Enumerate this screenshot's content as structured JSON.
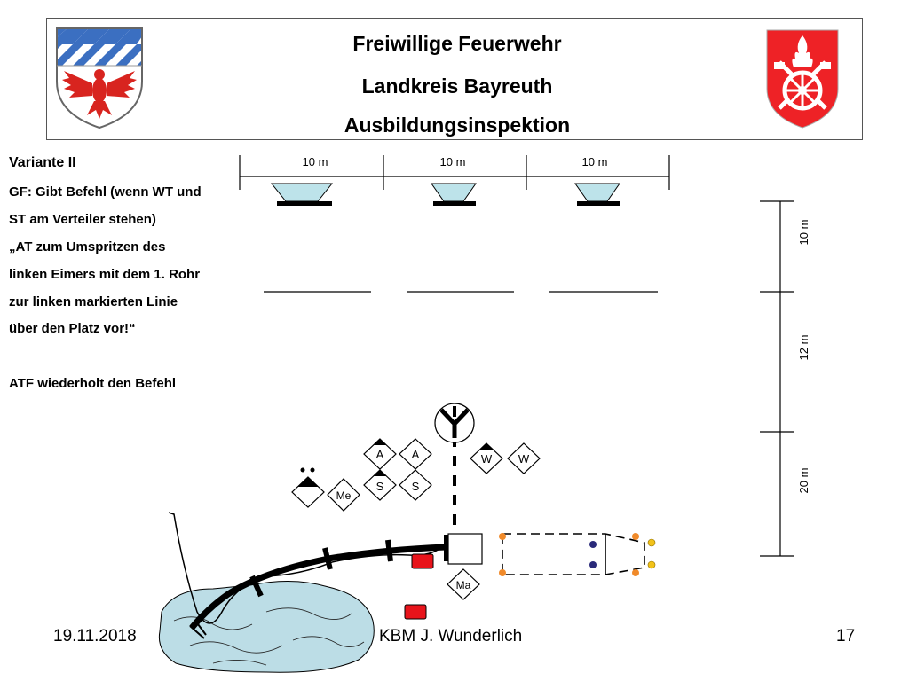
{
  "header": {
    "line1": "Freiwillige Feuerwehr",
    "line2": "Landkreis Bayreuth",
    "line3": "Ausbildungsinspektion"
  },
  "instructions": {
    "title": "Variante II",
    "lines": [
      "GF: Gibt Befehl (wenn WT und",
      "ST am Verteiler stehen)",
      "„AT zum Umspritzen des",
      "linken Eimers mit dem 1. Rohr",
      "zur linken markierten Linie",
      "über den Platz vor!“"
    ],
    "repeat": "ATF wiederholt den Befehl"
  },
  "diagram": {
    "top_distances": [
      "10 m",
      "10 m",
      "10 m"
    ],
    "side_distances": [
      "10 m",
      "12 m",
      "20 m"
    ],
    "symbols": {
      "attack_1": "A",
      "attack_2": "A",
      "water_1": "W",
      "water_2": "W",
      "hose_1": "S",
      "hose_2": "S",
      "machinist": "Me",
      "pump_operator": "Ma"
    },
    "colors": {
      "hose": "#000000",
      "pond": "#bcdde6",
      "bucket": "#bde3ea",
      "marker": "#e8141b",
      "cone_orange": "#f08a2a",
      "cone_yellow": "#f2c21a",
      "cone_blue": "#2a2a7a"
    }
  },
  "footer": {
    "date": "19.11.2018",
    "author": "KBM J. Wunderlich",
    "page": "17"
  }
}
